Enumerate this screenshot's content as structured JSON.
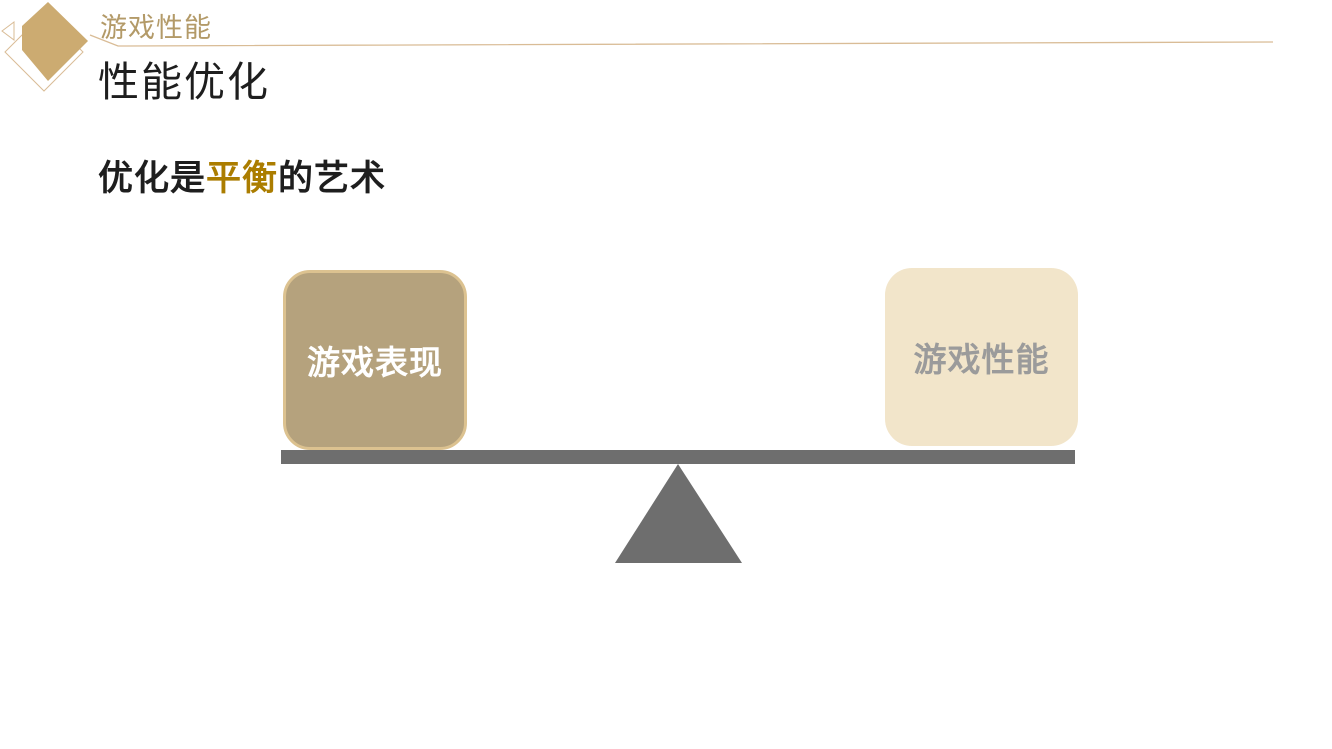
{
  "slide": {
    "eyebrow": "游戏性能",
    "title": "性能优化",
    "subheading": {
      "prefix": "优化是",
      "highlight": "平衡",
      "suffix": "的艺术"
    },
    "balance": {
      "left_label": "游戏表现",
      "right_label": "游戏性能"
    }
  },
  "icons": {
    "logo": "diamond-logo"
  },
  "theme": {
    "accent_gold": "#CCAB71",
    "eyebrow_text": "#B39A68",
    "rule_color": "#D9BC96",
    "title_text": "#1E1E1E",
    "highlight_gold": "#AB7D00",
    "left_box_fill": "#B5A27D",
    "left_box_border": "#DCC290",
    "left_box_text": "#FFFFFF",
    "right_box_fill": "#F2E5CA",
    "right_box_text": "#9B9B9B",
    "seesaw_gray": "#6E6E6E"
  }
}
